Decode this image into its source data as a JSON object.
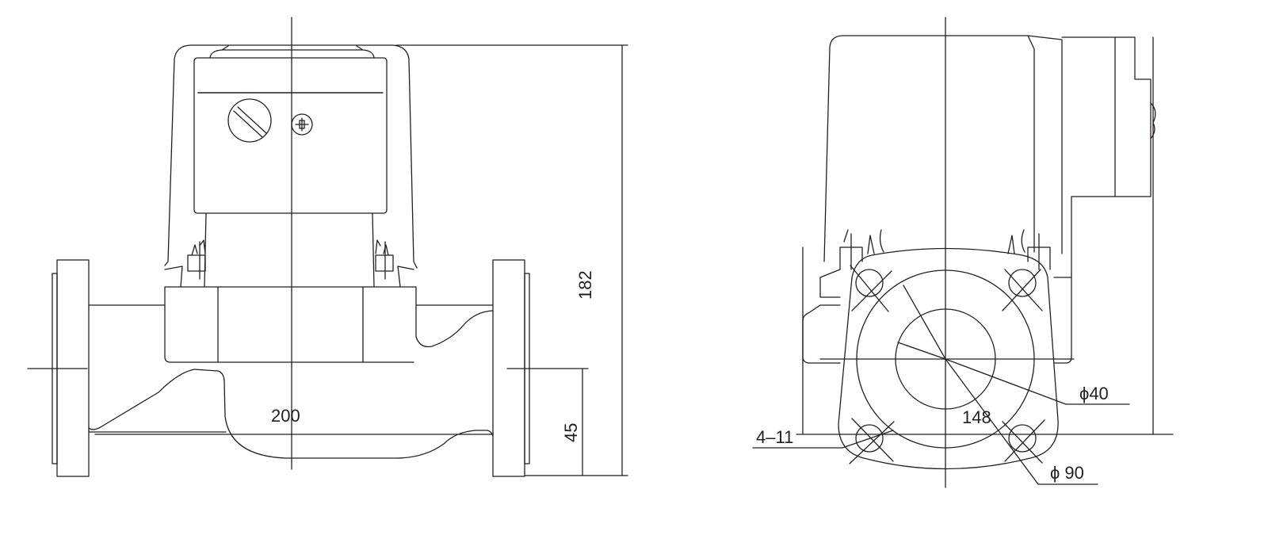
{
  "drawing": {
    "front_view": {
      "dim_height": "182",
      "dim_length": "200",
      "dim_axis_height": "45"
    },
    "side_view": {
      "dim_inner_diameter": "ϕ40",
      "dim_bolt_circle": "148",
      "dim_outer_diameter": "ϕ 90",
      "dim_bolt_holes": "4–11"
    }
  },
  "colors": {
    "line": "#231f20",
    "background": "#ffffff"
  }
}
